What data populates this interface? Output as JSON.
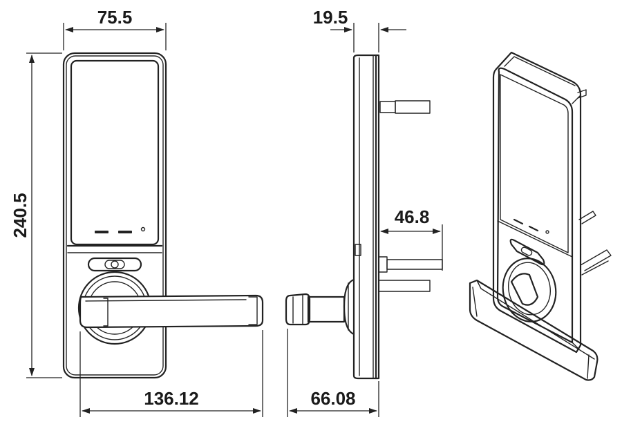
{
  "dimensions": {
    "front_width": "75.5",
    "front_height": "240.5",
    "handle_length": "136.12",
    "side_depth": "19.5",
    "spindle_offset": "46.8",
    "handle_depth": "66.08"
  },
  "colors": {
    "line": "#222222",
    "background": "#ffffff"
  }
}
